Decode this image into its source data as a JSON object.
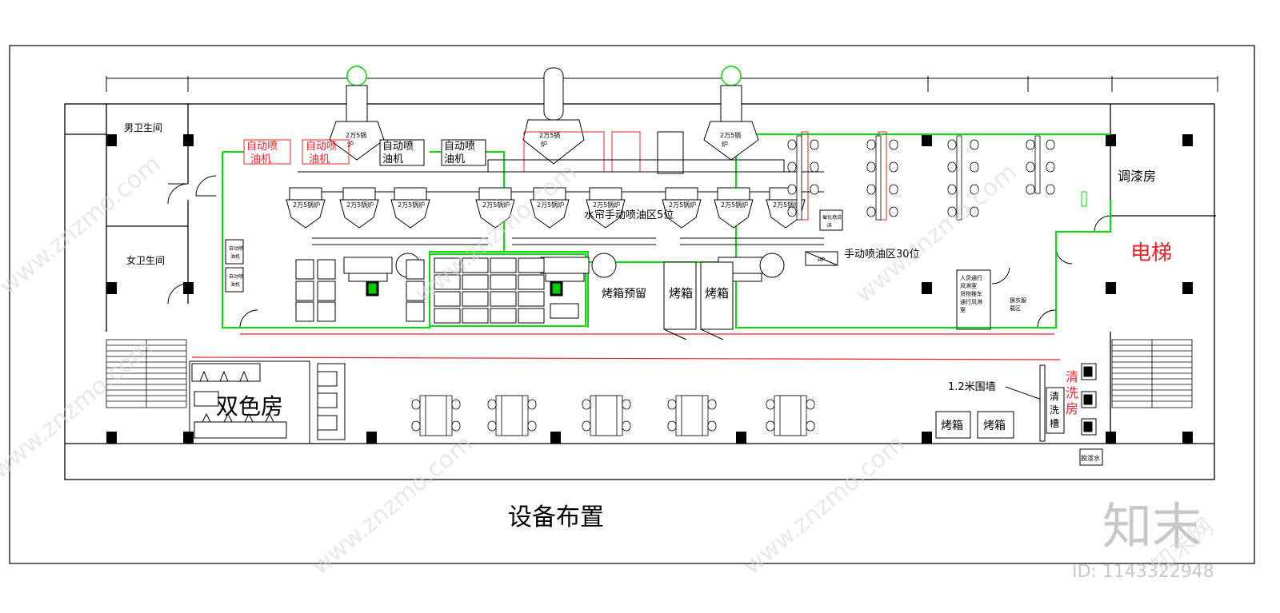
{
  "title": "设备布置",
  "rooms": {
    "mens_restroom": "男卫生间",
    "womens_restroom": "女卫生间",
    "paint_mixing": "调漆房",
    "elevator": "电梯",
    "two_color": "双色房",
    "cleaning": [
      "清",
      "洗",
      "房"
    ],
    "cleaning_tank": [
      "清",
      "洗",
      "槽"
    ],
    "changing_area": [
      "换衣服",
      "载区"
    ],
    "personnel_passage": [
      "人员通行",
      "风淋室",
      "货物推车",
      "通行风淋",
      "室"
    ]
  },
  "zones": {
    "waterless_manual": "水帘手动喷油区5位",
    "manual_30": "手动喷油区30位",
    "oven_reserved": "烤箱预留"
  },
  "machines": {
    "auto_red_1": [
      "自动喷",
      "油机"
    ],
    "auto_red_2": [
      "自动喷",
      "油机"
    ],
    "auto_black_1": [
      "自动喷",
      "油机"
    ],
    "auto_black_2": [
      "自动喷",
      "油机"
    ],
    "vertical_auto": [
      "自动喷",
      "油机"
    ],
    "small_auto": "自动喷",
    "small_auto_b": "油机"
  },
  "labels": {
    "fan_unit": "2万5锅炉",
    "fan_top": [
      "2万5锅",
      "炉"
    ],
    "oven": "烤箱",
    "wall_note": "1.2米围墙",
    "degrease": "脱漆水",
    "catalyst": [
      "催化燃烧",
      "床"
    ],
    "ap": "AP"
  },
  "watermark": {
    "site": "www.znzmo.com",
    "brand": "知末网",
    "logo": "知末",
    "id": "ID: 1143322948"
  },
  "colors": {
    "wall": "#000000",
    "duct": "#00e000",
    "red": "#e8232a",
    "watermark": "#cfcfcf"
  }
}
